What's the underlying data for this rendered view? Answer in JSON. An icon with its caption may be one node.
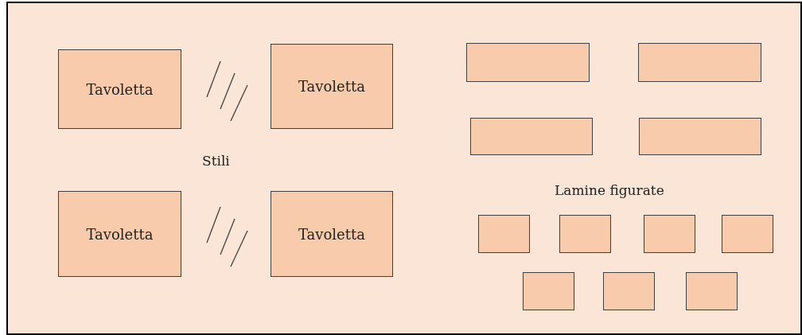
{
  "diagram": {
    "nodes": [
      {
        "text": [
          "Tavoletta"
        ]
      },
      {
        "text": [
          "Tavoletta"
        ]
      },
      {
        "text": [
          "Tavoletta"
        ]
      },
      {
        "text": [
          "Tavoletta"
        ]
      },
      {
        "text": [],
        "shape": "box"
      },
      {
        "text": [],
        "shape": "box"
      },
      {
        "text": [],
        "shape": "box"
      },
      {
        "text": [],
        "shape": "box"
      },
      {
        "text": [],
        "shape": "box"
      },
      {
        "text": [],
        "shape": "box"
      },
      {
        "text": [],
        "shape": "box"
      },
      {
        "text": [],
        "shape": "box"
      },
      {
        "text": [],
        "shape": "box"
      },
      {
        "text": [],
        "shape": "box"
      },
      {
        "text": [],
        "shape": "box"
      }
    ],
    "labels": [
      "Stili",
      "Lamine figurate"
    ]
  }
}
